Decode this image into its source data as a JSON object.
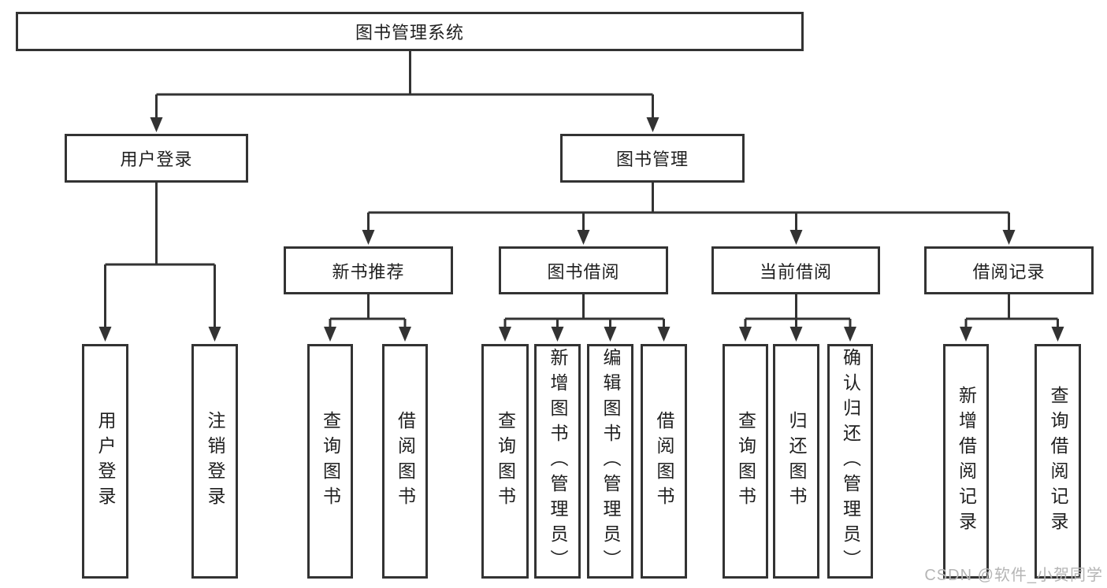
{
  "diagram": {
    "root": "图书管理系统",
    "level2": [
      "用户登录",
      "图书管理"
    ],
    "level3": [
      "新书推荐",
      "图书借阅",
      "当前借阅",
      "借阅记录"
    ],
    "leaves": {
      "user_login": [
        "用户登录",
        "注销登录"
      ],
      "new_book_recommend": [
        "查询图书",
        "借阅图书"
      ],
      "book_borrow": [
        "查询图书",
        "新增图书（管理员）",
        "编辑图书（管理员）",
        "借阅图书"
      ],
      "current_borrow": [
        "查询图书",
        "归还图书",
        "确认归还（管理员）"
      ],
      "borrow_records": [
        "新增借阅记录",
        "查询借阅记录"
      ]
    },
    "watermark": "CSDN @软件_小贺同学",
    "colors": {
      "line": "#333333",
      "box_border": "#333333",
      "text": "#1f1f1f",
      "watermark": "#b5b5b5",
      "background": "#ffffff"
    }
  }
}
